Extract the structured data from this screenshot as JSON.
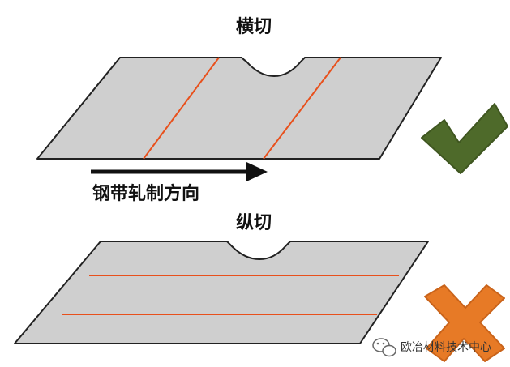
{
  "top_diagram": {
    "title": "横切",
    "verdict": "correct"
  },
  "direction": {
    "label": "钢带轧制方向"
  },
  "bottom_diagram": {
    "title": "纵切",
    "verdict": "incorrect"
  },
  "watermark": {
    "text": "欧冶材料技术中心"
  },
  "colors": {
    "sheet_fill": "#cfcfcf",
    "sheet_stroke": "#222222",
    "cut_line": "#e8501c",
    "check_mark": "#4e6a2a",
    "cross_mark": "#e77a26",
    "arrow": "#111111"
  },
  "icons": {
    "check": "check-mark-icon",
    "cross": "cross-mark-icon",
    "arrow": "right-arrow-icon",
    "watermark": "wechat-logo-icon"
  }
}
